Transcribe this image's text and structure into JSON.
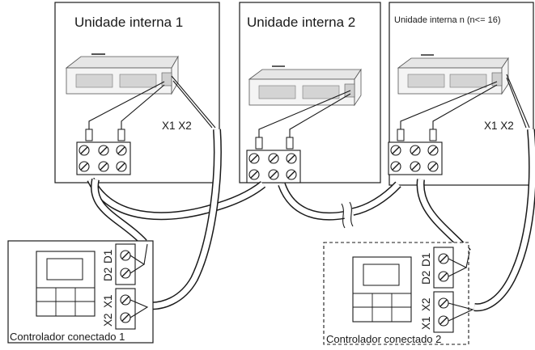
{
  "units": {
    "unit1_title": "Unidade interna 1",
    "unit2_title": "Unidade interna 2",
    "unitn_title": "Unidade interna n (n<= 16)",
    "unit1_terminals": "X1 X2",
    "unitn_terminals": "X1 X2"
  },
  "controllers": {
    "controller1_caption": "Controlador conectado 1",
    "controller2_caption": "Controlador conectado 2",
    "c1_labels": [
      "D1",
      "D2",
      "X1",
      "X2"
    ],
    "c2_labels": [
      "D1",
      "D2",
      "X2",
      "X1"
    ]
  }
}
